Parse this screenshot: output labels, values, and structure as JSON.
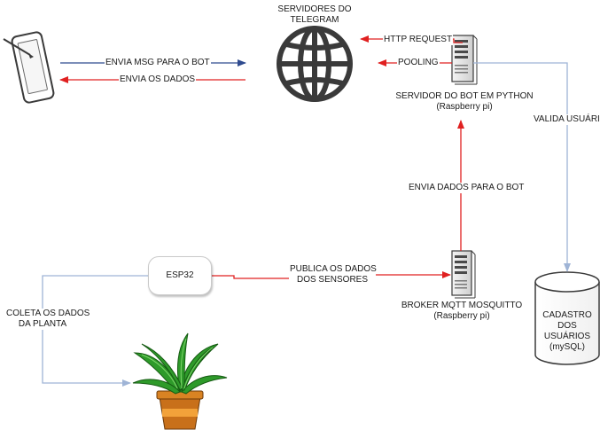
{
  "nodes": {
    "telegram_servers": [
      "SERVIDORES DO",
      "TELEGRAM"
    ],
    "bot_server": [
      "SERVIDOR DO BOT EM PYTHON",
      "(Raspberry pi)"
    ],
    "broker": [
      "BROKER MQTT MOSQUITTO",
      "(Raspberry pi)"
    ],
    "esp": "ESP32",
    "database": [
      "CADASTRO",
      "DOS",
      "USUÁRIOS",
      "(mySQL)"
    ]
  },
  "edges": {
    "send_msg": "ENVIA MSG PARA O BOT",
    "send_data": "ENVIA OS DADOS",
    "http_request": "HTTP REQUEST",
    "pooling": "POOLING",
    "validate_user": "VALIDA USUÁRIO",
    "bot_data": "ENVIA DADOS PARA O BOT",
    "publish": [
      "PUBLICA OS DADOS",
      "DOS SENSORES"
    ],
    "collect": [
      "COLETA OS DADOS",
      "DA PLANTA"
    ]
  },
  "colors": {
    "blue_arrow": "#2f4b8f",
    "red_arrow": "#e02020",
    "light_blue_line": "#9fb4d6",
    "globe": "#3a3a3a"
  },
  "icons": [
    "tablet-icon",
    "globe-icon",
    "server-icon",
    "database-icon",
    "plant-icon"
  ]
}
